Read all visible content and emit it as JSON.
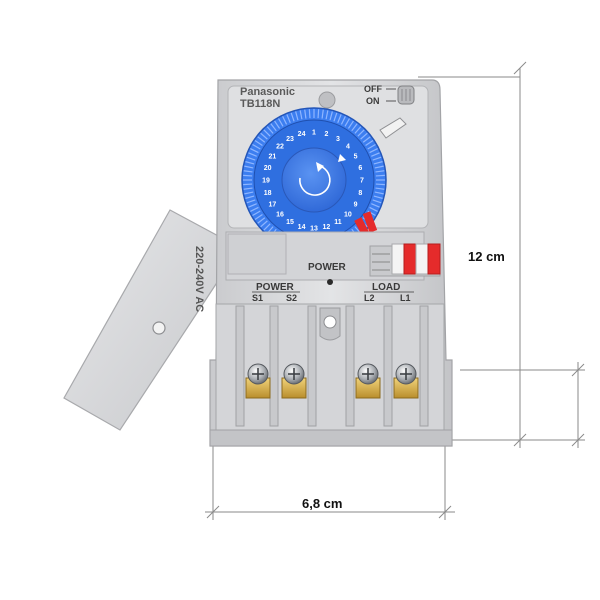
{
  "device": {
    "brand": "Panasonic",
    "model": "TB118N",
    "switch_off": "OFF",
    "switch_on": "ON",
    "power_label": "POWER",
    "terminal_power": "POWER",
    "terminal_load": "LOAD",
    "terminal_s1": "S1",
    "terminal_s2": "S2",
    "terminal_l1": "L1",
    "terminal_l2": "L2",
    "cover_voltage": "220-240V AC"
  },
  "dimensions": {
    "height_label": "12 cm",
    "width_label": "6,8 cm"
  },
  "dial": {
    "numbers": [
      "1",
      "2",
      "3",
      "4",
      "5",
      "6",
      "7",
      "8",
      "9",
      "10",
      "11",
      "12",
      "13",
      "14",
      "15",
      "16",
      "17",
      "18",
      "19",
      "20",
      "21",
      "22",
      "23",
      "24"
    ]
  },
  "colors": {
    "dial_blue": "#2f6fe0",
    "dial_ring": "#3c7ef0",
    "housing": "#d9dadc",
    "segment_red": "#e52b2b",
    "brass": "#d9b24c"
  }
}
